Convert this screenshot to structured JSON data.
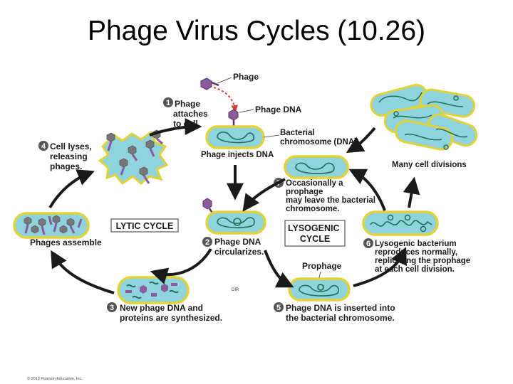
{
  "slide": {
    "title": "Phage Virus Cycles (10.26)"
  },
  "labels": {
    "phage": "Phage",
    "step1": [
      "Phage",
      "attaches",
      "to cell."
    ],
    "phage_dna": "Phage DNA",
    "bacterial_chromosome": [
      "Bacterial",
      "chromosome (DNA)"
    ],
    "phage_injects": "Phage injects DNA",
    "step4": [
      "Cell lyses,",
      "releasing",
      "phages."
    ],
    "phages_assemble": "Phages assemble",
    "lytic_cycle": "LYTIC CYCLE",
    "lysogenic_cycle": [
      "LYSOGENIC",
      "CYCLE"
    ],
    "step2": [
      "Phage DNA",
      "circularizes."
    ],
    "step3": [
      "New phage DNA and",
      "proteins are synthesized."
    ],
    "step5": [
      "Phage DNA is inserted into",
      "the bacterial chromosome."
    ],
    "prophage": "Prophage",
    "step6": [
      "Lysogenic bacterium",
      "reproduces normally,",
      "replicating the prophage",
      "at each cell division."
    ],
    "step7": [
      "Occasionally a",
      "prophage",
      "may leave the bacterial",
      "chromosome."
    ],
    "many_divisions": "Many cell divisions",
    "dir": "DIR",
    "copyright": "© 2013 Pearson Education, Inc."
  },
  "steps": [
    "1",
    "2",
    "3",
    "4",
    "5",
    "6",
    "7"
  ],
  "colors": {
    "cell_fill": "#8fd3dc",
    "cell_outline": "#e2d23a",
    "dna": "#1f6f5c",
    "phage": "#8c5a9e",
    "arrow": "#1a1a1a",
    "step_circle": "#555555"
  }
}
